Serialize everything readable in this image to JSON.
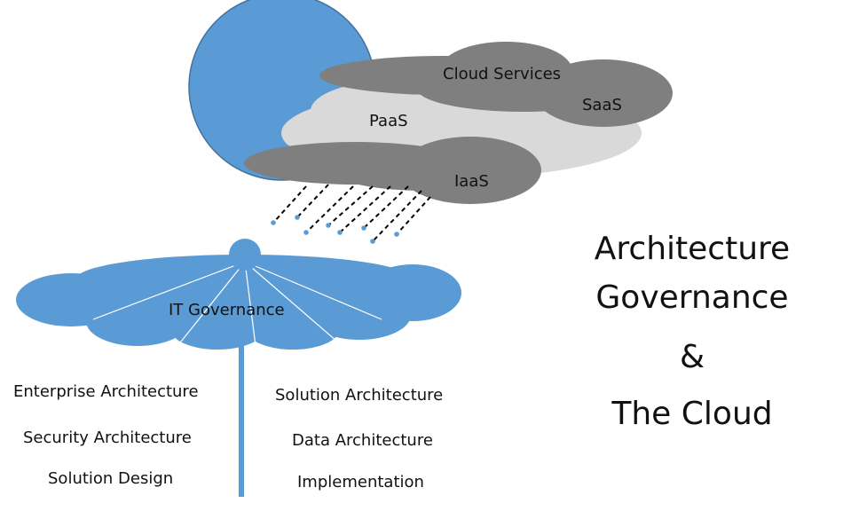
{
  "colors": {
    "sun": "#5b9bd5",
    "sun_outline": "#41719c",
    "cloud_dark": "#7f7f7f",
    "cloud_light": "#d9d9d9",
    "umbrella": "#5b9bd5",
    "rain_dash": "#000000",
    "rain_drop": "#5b9bd5"
  },
  "cloud": {
    "cloud_services": "Cloud Services",
    "saas": "SaaS",
    "paas": "PaaS",
    "iaas": "IaaS"
  },
  "umbrella": {
    "label": "IT Governance"
  },
  "left_column": [
    "Enterprise Architecture",
    "Security Architecture",
    "Solution Design"
  ],
  "right_column": [
    "Solution Architecture",
    "Data Architecture",
    "Implementation"
  ],
  "title": {
    "line1": "Architecture",
    "line2": "Governance",
    "line3": "&",
    "line4": "The Cloud"
  }
}
